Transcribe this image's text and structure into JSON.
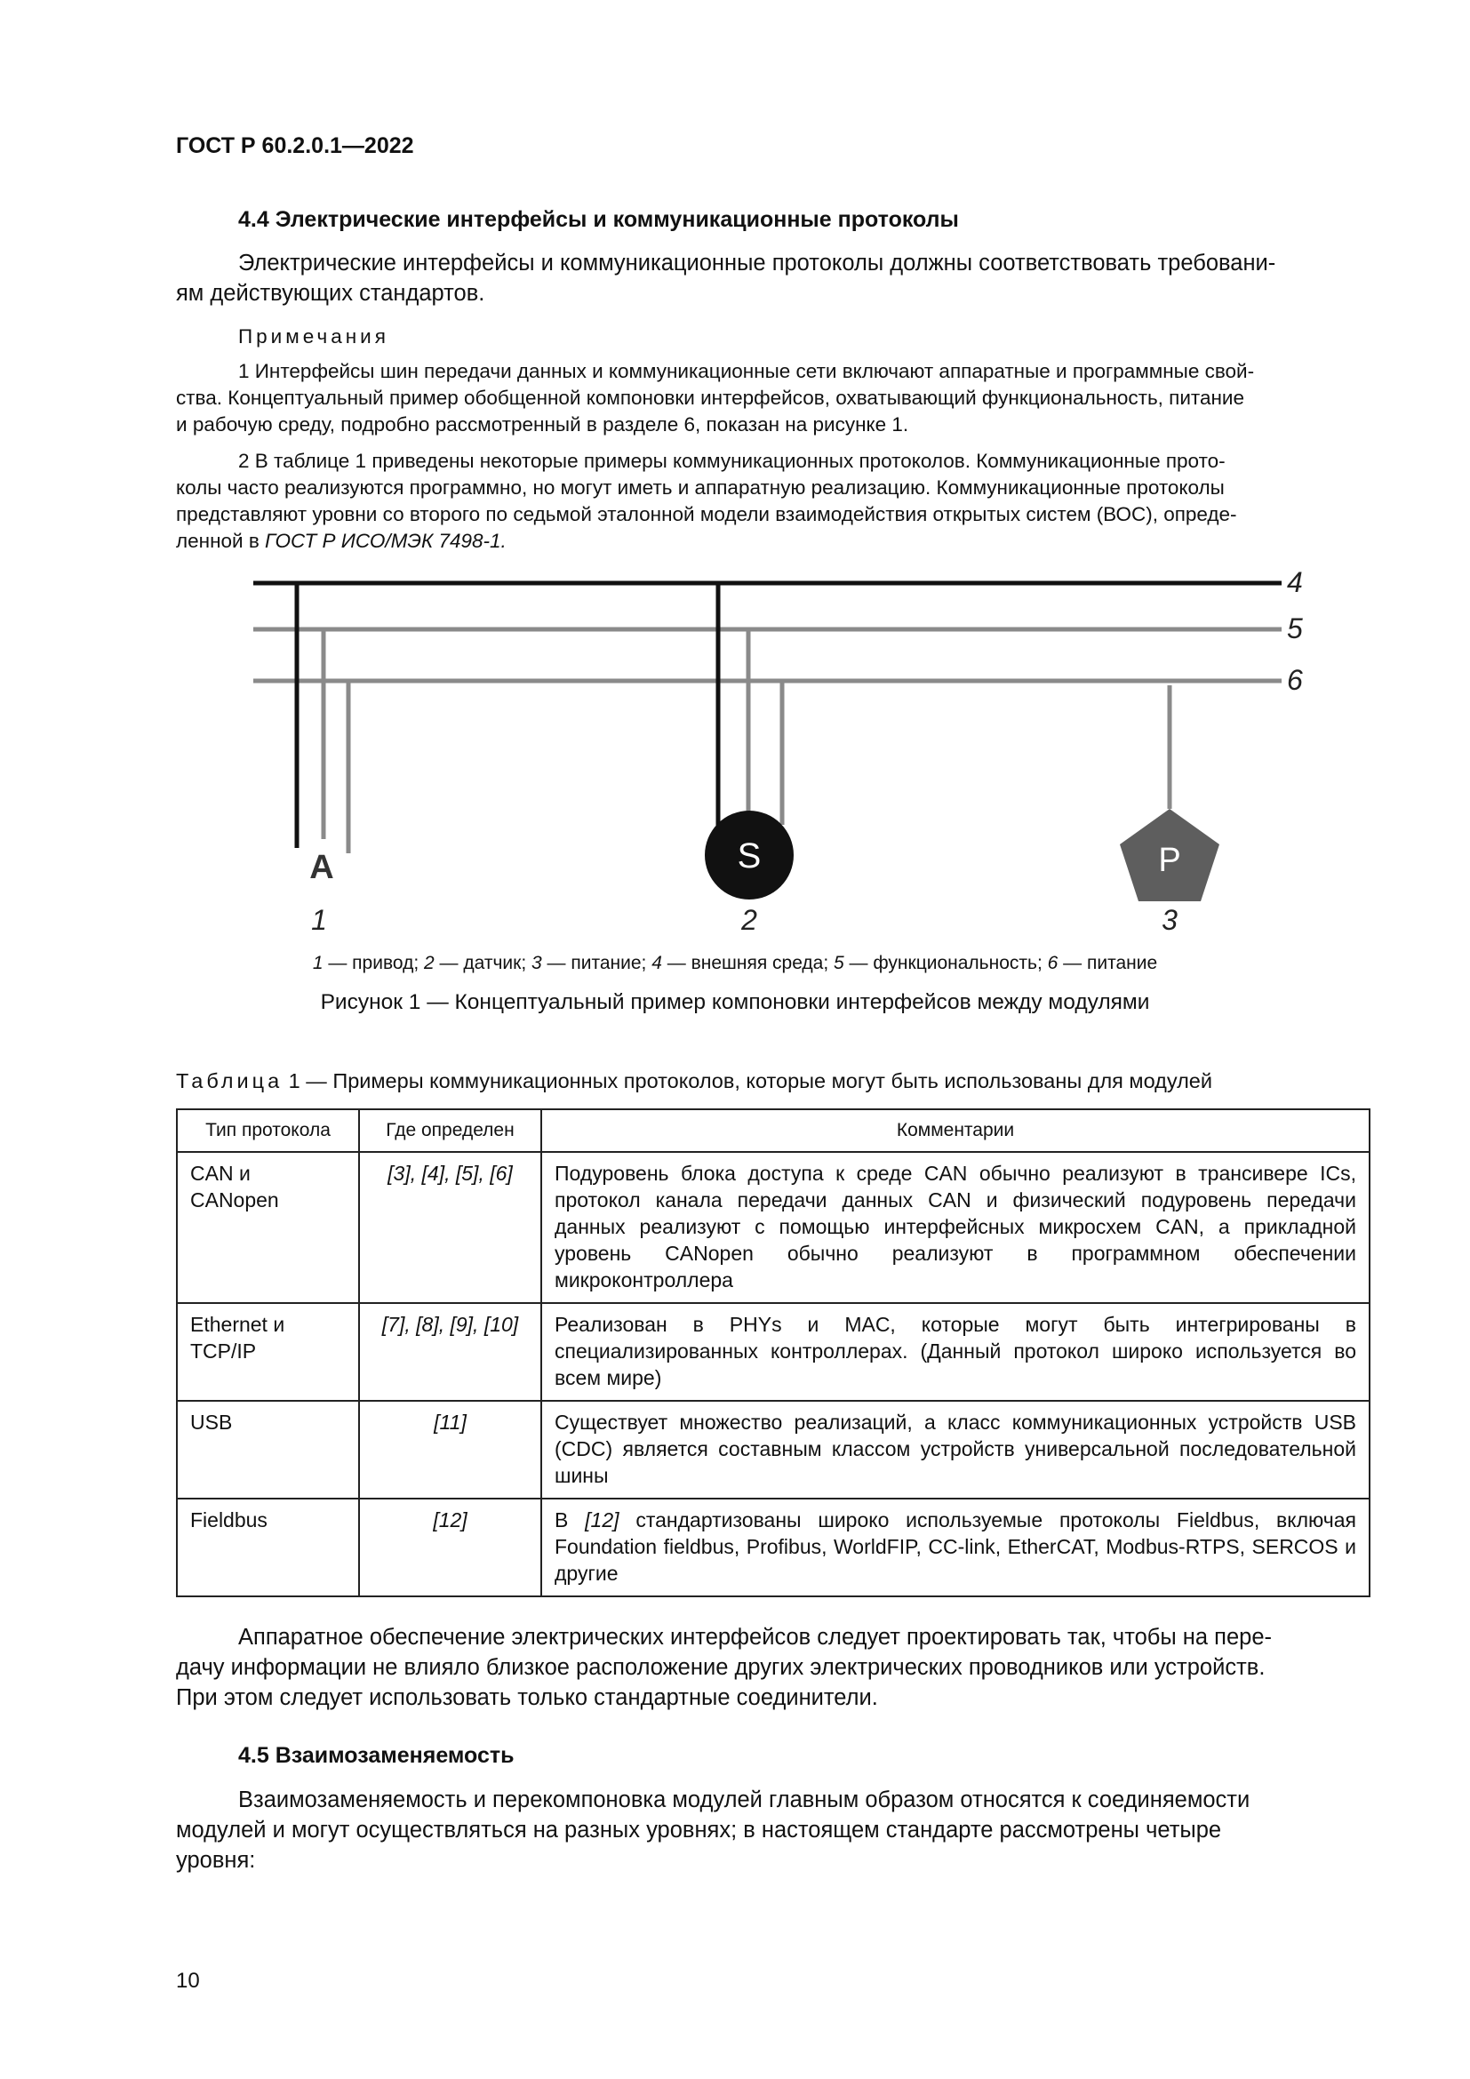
{
  "header": {
    "standard": "ГОСТ Р 60.2.0.1—2022"
  },
  "section_4_4": {
    "heading": "4.4 Электрические интерфейсы и коммуникационные протоколы",
    "intro_line1": "Электрические интерфейсы и коммуникационные протоколы должны соответствовать требовани-",
    "intro_line2": "ям действующих стандартов.",
    "notes_title": "Примечания",
    "note1_line1": "1 Интерфейсы шин передачи данных и коммуникационные сети включают аппаратные и программные свой-",
    "note1_line2": "ства. Концептуальный пример обобщенной компоновки интерфейсов, охватывающий функциональность, питание",
    "note1_line3": "и рабочую среду, подробно рассмотренный в разделе 6, показан на рисунке 1.",
    "note2_line1": "2 В таблице 1 приведены некоторые примеры коммуникационных протоколов. Коммуникационные прото-",
    "note2_line2": "колы часто реализуются программно, но могут иметь и аппаратную реализацию. Коммуникационные протоколы",
    "note2_line3": "представляют уровни со второго по седьмой эталонной модели взаимодействия открытых систем (ВОС), опреде-",
    "note2_line4_plain": "ленной в ",
    "note2_line4_ref": "ГОСТ Р ИСО/МЭК 7498-1."
  },
  "figure": {
    "line_labels": {
      "l4": "4",
      "l5": "5",
      "l6": "6"
    },
    "module_letters": {
      "a": "A",
      "s": "S",
      "p": "P"
    },
    "module_numbers": {
      "n1": "1",
      "n2": "2",
      "n3": "3"
    },
    "legend": [
      {
        "num": "1",
        "text": " — привод; "
      },
      {
        "num": "2",
        "text": " — датчик; "
      },
      {
        "num": "3",
        "text": " — питание; "
      },
      {
        "num": "4",
        "text": " — внешняя среда; "
      },
      {
        "num": "5",
        "text": " — функциональность; "
      },
      {
        "num": "6",
        "text": " — питание"
      }
    ],
    "caption": "Рисунок 1 — Концептуальный пример компоновки интерфейсов между модулями",
    "colors": {
      "dark": "#111111",
      "gray": "#8a8a8a",
      "pentagon": "#5e5e5e"
    }
  },
  "table": {
    "title_word": "Таблица",
    "title_rest": " 1 — Примеры коммуникационных протоколов, которые могут быть использованы для модулей",
    "headers": {
      "type": "Тип протокола",
      "defined": "Где определен",
      "comments": "Комментарии"
    },
    "rows": [
      {
        "type_line1": "CAN и",
        "type_line2": "CANopen",
        "defined": "[3], [4], [5], [6]",
        "comment": "Подуровень блока доступа к среде CAN обычно реализуют в трансивере ICs, протокол канала передачи данных CAN и физический подуровень передачи данных реализуют с помощью интерфейсных микросхем CAN, а прикладной уровень CANopen обычно реализуют в программном обеспечении микроконтроллера"
      },
      {
        "type_line1": "Ethernet и",
        "type_line2": "TCP/IP",
        "defined": "[7], [8], [9], [10]",
        "comment": "Реализован в PHYs и MAC, которые могут быть интегрированы в специализированных контроллерах. (Данный протокол широко используется во всем мире)"
      },
      {
        "type_line1": "USB",
        "type_line2": "",
        "defined": "[11]",
        "comment": "Существует множество реализаций, а класс коммуникационных устройств USB (CDC) является составным классом устройств универсальной последовательной шины"
      },
      {
        "type_line1": "Fieldbus",
        "type_line2": "",
        "defined": "[12]",
        "comment_prefix": "В ",
        "comment_ref": "[12]",
        "comment": " стандартизованы широко используемые протоколы Fieldbus, включая Foundation fieldbus, Profibus, WorldFIP, CC-link, EtherCAT, Modbus-RTPS, SERCOS и другие"
      }
    ]
  },
  "after_table": {
    "line1": "Аппаратное обеспечение электрических интерфейсов следует проектировать так, чтобы на пере-",
    "line2": "дачу информации не влияло близкое расположение других электрических проводников или устройств.",
    "line3": "При этом следует использовать только стандартные соединители."
  },
  "section_4_5": {
    "heading": "4.5 Взаимозаменяемость",
    "line1": "Взаимозаменяемость и перекомпоновка модулей главным образом относятся к соединяемости",
    "line2": "модулей и могут осуществляться на разных уровнях; в настоящем стандарте рассмотрены четыре",
    "line3": "уровня:"
  },
  "footer": {
    "page_number": "10"
  }
}
